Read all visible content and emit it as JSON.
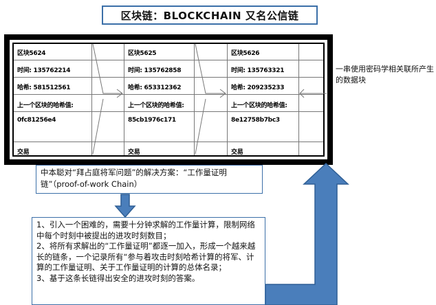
{
  "title": "区块链：BLOCKCHAIN 又名公信链",
  "blocks": [
    {
      "id": "区块5624",
      "time": "时间: 135762214",
      "hash": "哈希: 581512561",
      "prev_label": "上一个区块的哈希值:",
      "prev_value": "0fc81256e4",
      "tx": "交易"
    },
    {
      "id": "区块5625",
      "time": "时间: 135762858",
      "hash": "哈希: 653312362",
      "prev_label": "上一个区块的哈希值:",
      "prev_value": "85cb1976c171",
      "tx": "交易"
    },
    {
      "id": "区块5626",
      "time": "时间: 135763321",
      "hash": "哈希: 209235233",
      "prev_label": "上一个区块的哈希值:",
      "prev_value": "8e12758b7bc3",
      "tx": "交易"
    }
  ],
  "side_label": "一串使用密码学相关联所产生的数据块",
  "note": "中本聪对“拜占庭将军问题”的解决方案：“工作量证明链”（proof-of-work Chain）",
  "steps": [
    "1、引入一个困难的，需要十分钟求解的工作量计算，限制网络中每个时刻中被提出的进攻时刻数目；",
    "2、将所有求解出的“工作量证明”都逐一加入，形成一个越来越长的链条，一个记录所有“参与着攻击时刻哈希计算的将军、计算的工作量证明、关于工作量证明的计算的总体名录；",
    "3、基于这条长链得出安全的进攻时刻的答案。"
  ],
  "colors": {
    "box_border": "#3b6fa8",
    "arrow_fill": "#4a7ebb",
    "arrow_stroke": "#2f5f95"
  }
}
